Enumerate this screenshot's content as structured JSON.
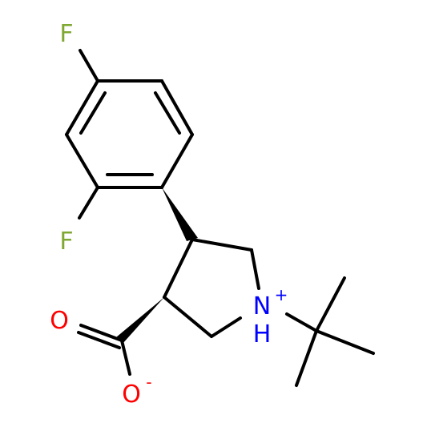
{
  "colors": {
    "bond": "#000000",
    "fluorine": "#7fa832",
    "oxygen": "#ff0000",
    "nitrogen": "#0000ff"
  },
  "atoms": {
    "f_top": "F",
    "f_ortho": "F",
    "o_double": "O",
    "o_anion": "O",
    "o_charge": "-",
    "n_label": "N",
    "h_label": "H",
    "n_charge": "+"
  }
}
